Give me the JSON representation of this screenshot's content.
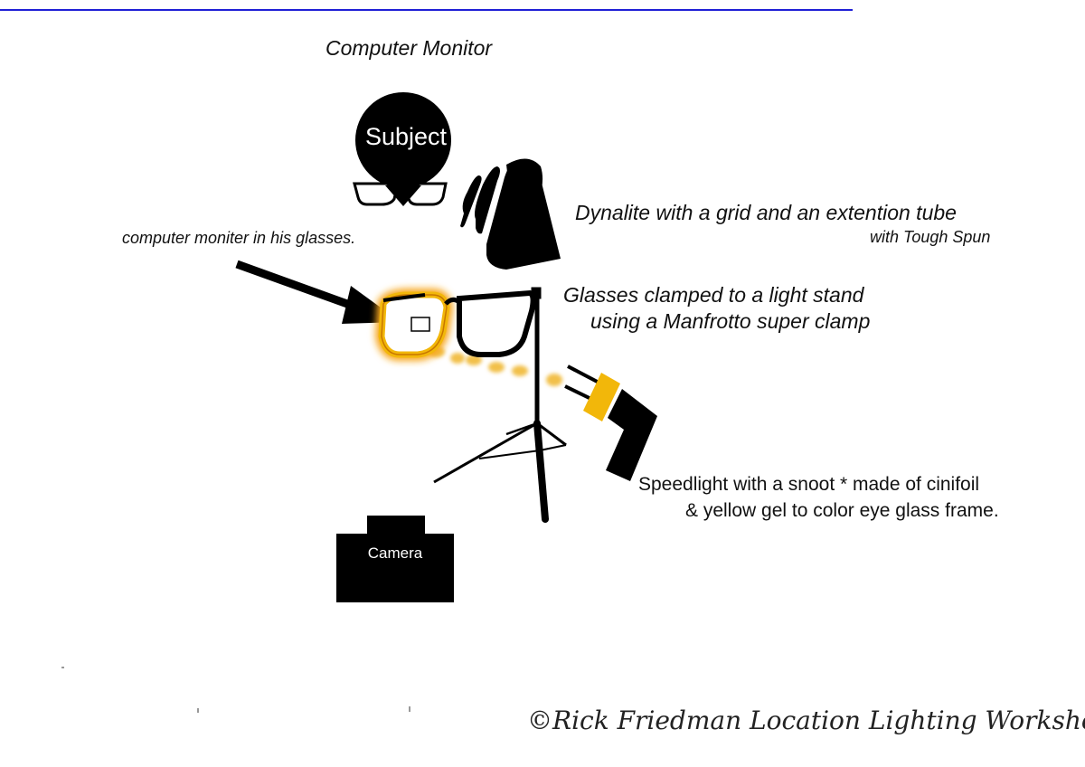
{
  "labels": {
    "computer_monitor": "Computer Monitor",
    "subject": "Subject",
    "dynalite": "Dynalite with a grid and an extention tube",
    "dynalite_sub": "with Tough Spun",
    "glasses_note": "computer moniter in his glasses.",
    "clamp_line1": "Glasses clamped to a light stand",
    "clamp_line2": "using a Manfrotto super clamp",
    "speedlight_line1": "Speedlight with a snoot * made of cinifoil",
    "speedlight_line2": "& yellow gel to color eye glass frame.",
    "camera": "Camera",
    "copyright": "©Rick Friedman Location Lighting Workshops"
  },
  "colors": {
    "top_rule": "#1f1fd6",
    "gel_yellow": "#f2b70a",
    "frame_glow": "#f7a61a",
    "black": "#000000"
  },
  "icons": [
    "subject-head-icon",
    "glasses-icon",
    "dynalite-light-icon",
    "arrow-icon",
    "light-stand-icon",
    "speedlight-icon",
    "camera-icon"
  ]
}
